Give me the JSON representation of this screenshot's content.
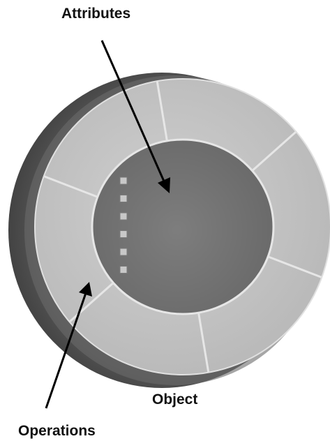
{
  "labels": {
    "attributes": "Attributes",
    "object": "Object",
    "operations": "Operations"
  },
  "diagram": {
    "ring_segments": 6,
    "attribute_boxes": 6
  },
  "colors": {
    "ring_fill": "#bdbdbd",
    "ring_shadow_dark": "#4a4a4a",
    "ring_shadow_mid": "#8a8a8a",
    "segment_divider": "#e6e6e6",
    "inner_fill": "#ffffff",
    "box_fill": "#c8c8c8",
    "box_stroke": "#7a7a7a",
    "arrow": "#000000",
    "text": "#111111"
  }
}
